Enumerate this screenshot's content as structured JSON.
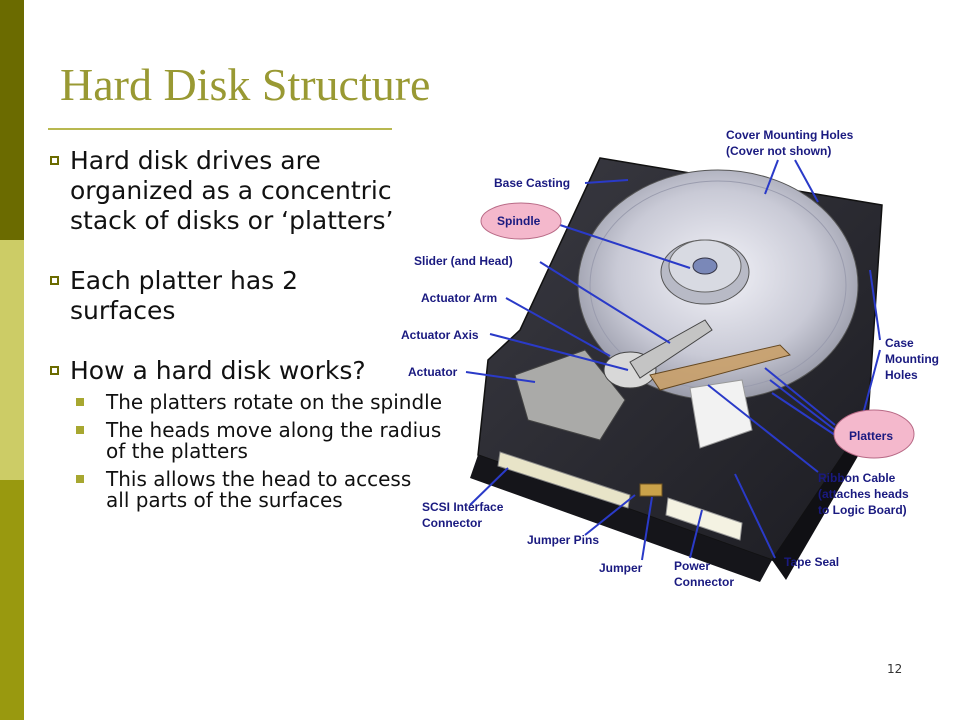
{
  "title": "Hard Disk Structure",
  "bullets": [
    {
      "text": "Hard disk drives are organized as a concentric stack of disks or ‘platters’"
    },
    {
      "text": "Each platter has 2 surfaces"
    },
    {
      "text": "How a hard disk works?",
      "subitems": [
        "The platters rotate on the spindle",
        "The heads move along the radius of the platters",
        "This allows the head to access all parts of the surfaces"
      ]
    }
  ],
  "diagram": {
    "cover_holes": [
      "Cover Mounting Holes",
      "(Cover not shown)"
    ],
    "base_casting": "Base Casting",
    "spindle": "Spindle",
    "slider": "Slider (and Head)",
    "actuator_arm": "Actuator Arm",
    "actuator_axis": "Actuator Axis",
    "actuator": "Actuator",
    "case_holes": [
      "Case",
      "Mounting",
      "Holes"
    ],
    "platters": "Platters",
    "ribbon": [
      "Ribbon Cable",
      "(attaches heads",
      "to Logic Board)"
    ],
    "scsi": [
      "SCSI Interface",
      "Connector"
    ],
    "jumper_pins": "Jumper Pins",
    "jumper": "Jumper",
    "power": [
      "Power",
      "Connector"
    ],
    "tape_seal": "Tape Seal"
  },
  "page_number": "12",
  "colors": {
    "accent": "#999933",
    "label": "#1a1a80",
    "bubble": "#f4b8cc"
  }
}
